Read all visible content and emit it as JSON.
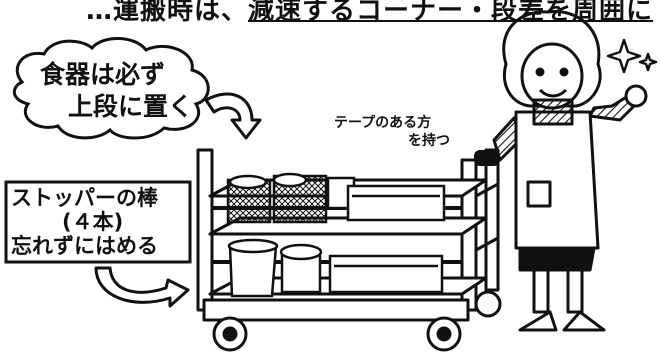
{
  "top_banner": {
    "part1": "…運搬時は、",
    "part2": "減速するコーナー・段差を周囲に"
  },
  "cloud": {
    "line1": "食器は必ず",
    "line2": "上段に置く"
  },
  "stopper_box": {
    "line1": "ストッパーの棒",
    "line2": "(４本)",
    "line3": "忘れずにはめる"
  },
  "tape_note": {
    "line1": "テープのある方",
    "line2": "を持つ"
  },
  "colors": {
    "ink": "#111111",
    "paper": "#ffffff",
    "shade": "#d9d9d9"
  }
}
